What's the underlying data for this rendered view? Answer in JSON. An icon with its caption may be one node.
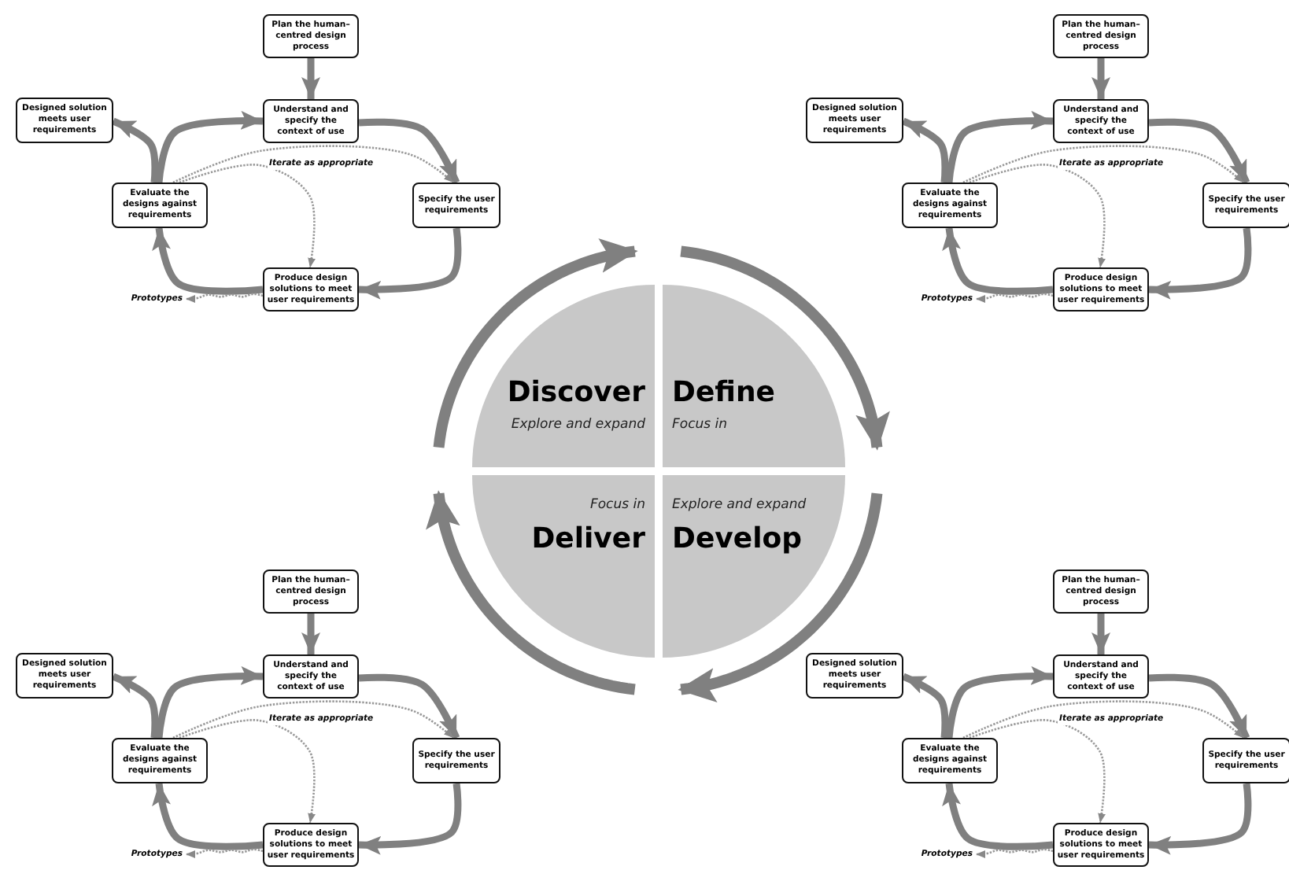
{
  "diagram": {
    "nodes": [
      {
        "text": [
          "Plan the human–centred design process"
        ]
      },
      {
        "text": [
          "Understand and specify the context of use"
        ]
      },
      {
        "text": [
          "Designed solution meets user requirements"
        ]
      },
      {
        "text": [
          "Evaluate the designs against requirements"
        ]
      },
      {
        "text": [
          "Specify the user requirements"
        ]
      },
      {
        "text": [
          "Produce design solutions to meet user requirements"
        ]
      },
      {
        "text": [
          "Prototypes"
        ]
      },
      {
        "text": [
          "Plan the human–centred design process"
        ]
      },
      {
        "text": [
          "Understand and specify the context of use"
        ]
      },
      {
        "text": [
          "Designed solution meets user requirements"
        ]
      },
      {
        "text": [
          "Evaluate the designs against requirements"
        ]
      },
      {
        "text": [
          "Specify the user requirements"
        ]
      },
      {
        "text": [
          "Produce design solutions to meet user requirements"
        ]
      },
      {
        "text": [
          "Prototypes"
        ]
      },
      {
        "text": [
          "Discover",
          "Explore and expand"
        ]
      },
      {
        "text": [
          "Define",
          "Focus in"
        ]
      },
      {
        "text": [
          "Focus in",
          "Deliver"
        ]
      },
      {
        "text": [
          "Explore and expand",
          "Develop"
        ]
      },
      {
        "text": [
          "Plan the human–centred design process"
        ]
      },
      {
        "text": [
          "Understand and specify the context of use"
        ]
      },
      {
        "text": [
          "Designed solution meets user requirements"
        ]
      },
      {
        "text": [
          "Evaluate the designs against requirements"
        ]
      },
      {
        "text": [
          "Specify the user requirements"
        ]
      },
      {
        "text": [
          "Produce design solutions to meet user requirements"
        ]
      },
      {
        "text": [
          "Prototypes"
        ]
      },
      {
        "text": [
          "Plan the human–centred design process"
        ]
      },
      {
        "text": [
          "Understand and specify the context of use"
        ]
      },
      {
        "text": [
          "Designed solution meets user requirements"
        ]
      },
      {
        "text": [
          "Evaluate the designs against requirements"
        ]
      },
      {
        "text": [
          "Specify the user requirements"
        ]
      },
      {
        "text": [
          "Produce design solutions to meet user requirements"
        ]
      },
      {
        "text": [
          "Prototypes"
        ]
      }
    ],
    "edges": [
      {
        "from": 0,
        "to": 1,
        "arrow": "to"
      },
      {
        "from": 1,
        "to": 4,
        "arrow": "to"
      },
      {
        "from": 4,
        "to": 5,
        "arrow": "to"
      },
      {
        "from": 5,
        "to": 3,
        "arrow": "to"
      },
      {
        "from": 3,
        "to": 1,
        "arrow": "to"
      },
      {
        "from": 3,
        "to": 2,
        "arrow": "to"
      },
      {
        "from": 3,
        "to": 4,
        "arrow": "to",
        "style": "dashed",
        "label": "Iterate as appropriate"
      },
      {
        "from": 3,
        "to": 5,
        "arrow": "to",
        "style": "dashed"
      },
      {
        "from": 5,
        "to": 6,
        "arrow": "to",
        "style": "dashed"
      },
      {
        "from": 7,
        "to": 8,
        "arrow": "to"
      },
      {
        "from": 8,
        "to": 11,
        "arrow": "to"
      },
      {
        "from": 11,
        "to": 12,
        "arrow": "to"
      },
      {
        "from": 12,
        "to": 10,
        "arrow": "to"
      },
      {
        "from": 10,
        "to": 8,
        "arrow": "to"
      },
      {
        "from": 10,
        "to": 9,
        "arrow": "to"
      },
      {
        "from": 10,
        "to": 11,
        "arrow": "to",
        "style": "dashed",
        "label": "Iterate as appropriate"
      },
      {
        "from": 10,
        "to": 12,
        "arrow": "to",
        "style": "dashed"
      },
      {
        "from": 12,
        "to": 13,
        "arrow": "to",
        "style": "dashed"
      },
      {
        "from": 18,
        "to": 19,
        "arrow": "to"
      },
      {
        "from": 19,
        "to": 22,
        "arrow": "to"
      },
      {
        "from": 22,
        "to": 23,
        "arrow": "to"
      },
      {
        "from": 23,
        "to": 21,
        "arrow": "to"
      },
      {
        "from": 21,
        "to": 19,
        "arrow": "to"
      },
      {
        "from": 21,
        "to": 20,
        "arrow": "to"
      },
      {
        "from": 21,
        "to": 22,
        "arrow": "to",
        "style": "dashed",
        "label": "Iterate as appropriate"
      },
      {
        "from": 21,
        "to": 23,
        "arrow": "to",
        "style": "dashed"
      },
      {
        "from": 23,
        "to": 24,
        "arrow": "to",
        "style": "dashed"
      },
      {
        "from": 25,
        "to": 26,
        "arrow": "to"
      },
      {
        "from": 26,
        "to": 29,
        "arrow": "to"
      },
      {
        "from": 29,
        "to": 30,
        "arrow": "to"
      },
      {
        "from": 30,
        "to": 28,
        "arrow": "to"
      },
      {
        "from": 28,
        "to": 26,
        "arrow": "to"
      },
      {
        "from": 28,
        "to": 27,
        "arrow": "to"
      },
      {
        "from": 28,
        "to": 29,
        "arrow": "to",
        "style": "dashed",
        "label": "Iterate as appropriate"
      },
      {
        "from": 28,
        "to": 30,
        "arrow": "to",
        "style": "dashed"
      },
      {
        "from": 30,
        "to": 31,
        "arrow": "to",
        "style": "dashed"
      }
    ]
  }
}
